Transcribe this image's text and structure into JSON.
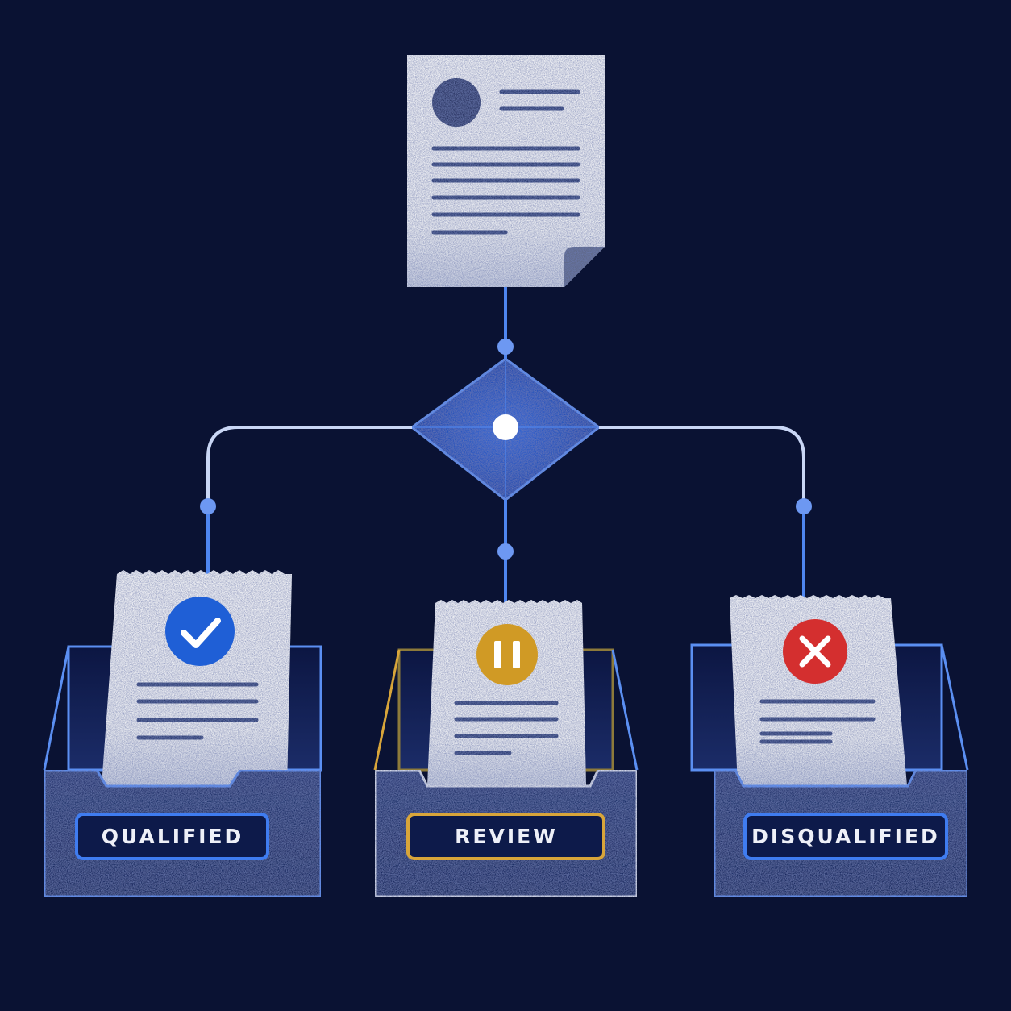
{
  "colors": {
    "background": "#0a1233",
    "line": "#4f86f0",
    "line_light": "#c9d6f5",
    "paper": "#f1f2f5",
    "paper_ink": "#2c3a70",
    "qualified": "#1f5fd6",
    "review": "#d09a25",
    "disqualified": "#d42f2f",
    "tray_fill": "#1a2a64",
    "tray_edge": "#5b8ff2"
  },
  "nodes": {
    "source_document": {
      "icon": "resume-document-icon"
    },
    "decision": {
      "icon": "decision-diamond-icon"
    }
  },
  "outcomes": [
    {
      "key": "qualified",
      "label": "QUALIFIED",
      "icon": "checkmark-icon",
      "color": "#1f5fd6"
    },
    {
      "key": "review",
      "label": "REVIEW",
      "icon": "pause-icon",
      "color": "#d09a25"
    },
    {
      "key": "disqualified",
      "label": "DISQUALIFIED",
      "icon": "x-icon",
      "color": "#d42f2f"
    }
  ]
}
